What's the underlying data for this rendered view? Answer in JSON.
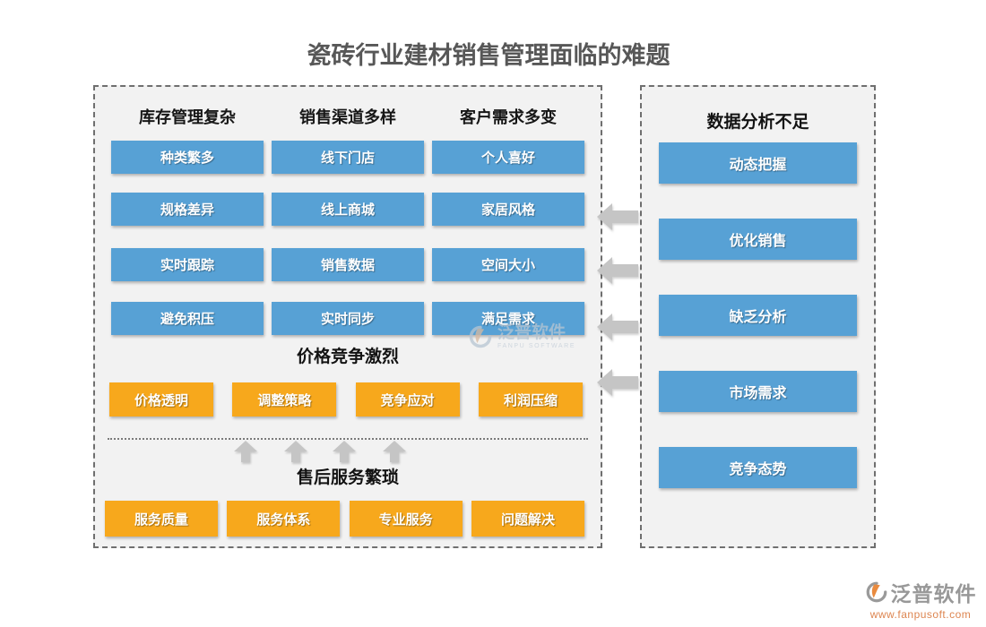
{
  "title": "瓷砖行业建材销售管理面临的难题",
  "left_panel": {
    "columns": [
      {
        "header": "库存管理复杂",
        "items": [
          "种类繁多",
          "规格差异",
          "实时跟踪",
          "避免积压"
        ]
      },
      {
        "header": "销售渠道多样",
        "items": [
          "线下门店",
          "线上商城",
          "销售数据",
          "实时同步"
        ]
      },
      {
        "header": "客户需求多变",
        "items": [
          "个人喜好",
          "家居风格",
          "空间大小",
          "满足需求"
        ]
      }
    ],
    "price_section": {
      "header": "价格竞争激烈",
      "items": [
        "价格透明",
        "调整策略",
        "竞争应对",
        "利润压缩"
      ]
    },
    "service_section": {
      "header": "售后服务繁琐",
      "items": [
        "服务质量",
        "服务体系",
        "专业服务",
        "问题解决"
      ]
    }
  },
  "right_panel": {
    "header": "数据分析不足",
    "items": [
      "动态把握",
      "优化销售",
      "缺乏分析",
      "市场需求",
      "竞争态势"
    ]
  },
  "watermark": {
    "name": "泛普软件",
    "subtext": "FANPU SOFTWARE"
  },
  "footer": {
    "brand": "泛普软件",
    "url": "www.fanpusoft.com"
  },
  "colors": {
    "blue_button": "#57a1d5",
    "orange_button": "#f7a81c",
    "panel_bg": "#f2f2f2",
    "arrow_gray": "#c5c5c5",
    "title_text": "#575757",
    "url_text": "#dd8550"
  },
  "icons": [
    "left-arrow-icon",
    "up-arrow-icon",
    "fanpu-logo-icon"
  ]
}
